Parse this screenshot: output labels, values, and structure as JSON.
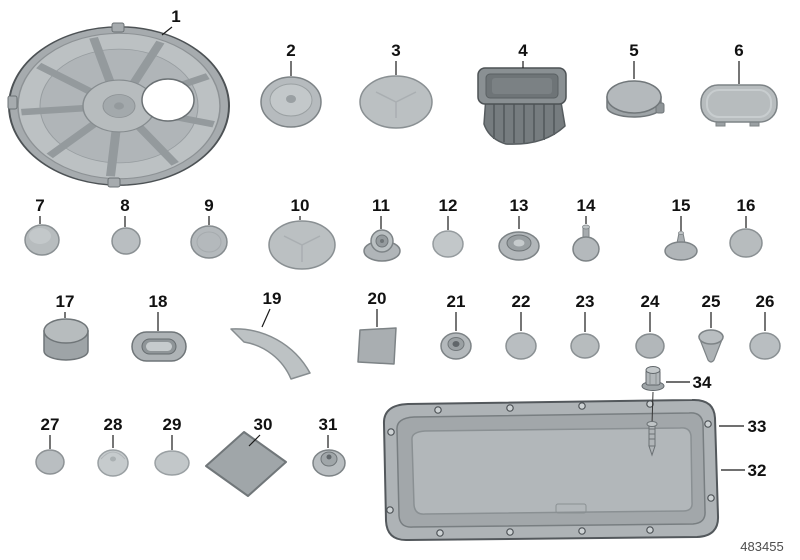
{
  "diagram": {
    "part_number": "483455",
    "labels": [
      "1",
      "2",
      "3",
      "4",
      "5",
      "6",
      "7",
      "8",
      "9",
      "10",
      "11",
      "12",
      "13",
      "14",
      "15",
      "16",
      "17",
      "18",
      "19",
      "20",
      "21",
      "22",
      "23",
      "24",
      "25",
      "26",
      "27",
      "28",
      "29",
      "30",
      "31",
      "32",
      "33",
      "34"
    ],
    "colors": {
      "part_fill": "#b7bcbe",
      "part_stroke": "#7d8386",
      "leader_line": "#1a1a1a",
      "background": "#ffffff"
    }
  }
}
